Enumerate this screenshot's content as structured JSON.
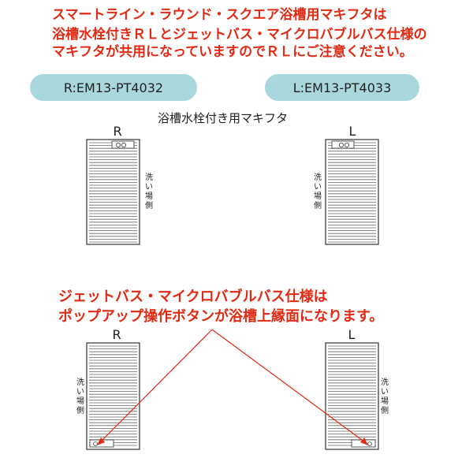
{
  "notice_top": {
    "line1": "スマートライン・ラウンド・スクエア浴槽用マキフタは",
    "line2": "浴槽水栓付きＲＬとジェットバス・マイクロバブルバス仕様の",
    "line3": "マキフタが共用になっていますのでＲＬにご注意ください。"
  },
  "notice_bottom": {
    "line1": "ジェットバス・マイクロバブルバス仕様は",
    "line2": "ポップアップ操作ボタンが浴槽上縁面になります。"
  },
  "models": {
    "right": "R:EM13-PT4032",
    "left": "L:EM13-PT4033"
  },
  "faucet_caption": "浴槽水栓付き用マキフタ",
  "side_labels": {
    "r": "R",
    "l": "L"
  },
  "wash_side": [
    "洗",
    "い",
    "場",
    "側"
  ],
  "colors": {
    "notice": "#e12a14",
    "pill": "#a8d8dc",
    "arrow": "#e12a14",
    "slat": "#666666"
  }
}
